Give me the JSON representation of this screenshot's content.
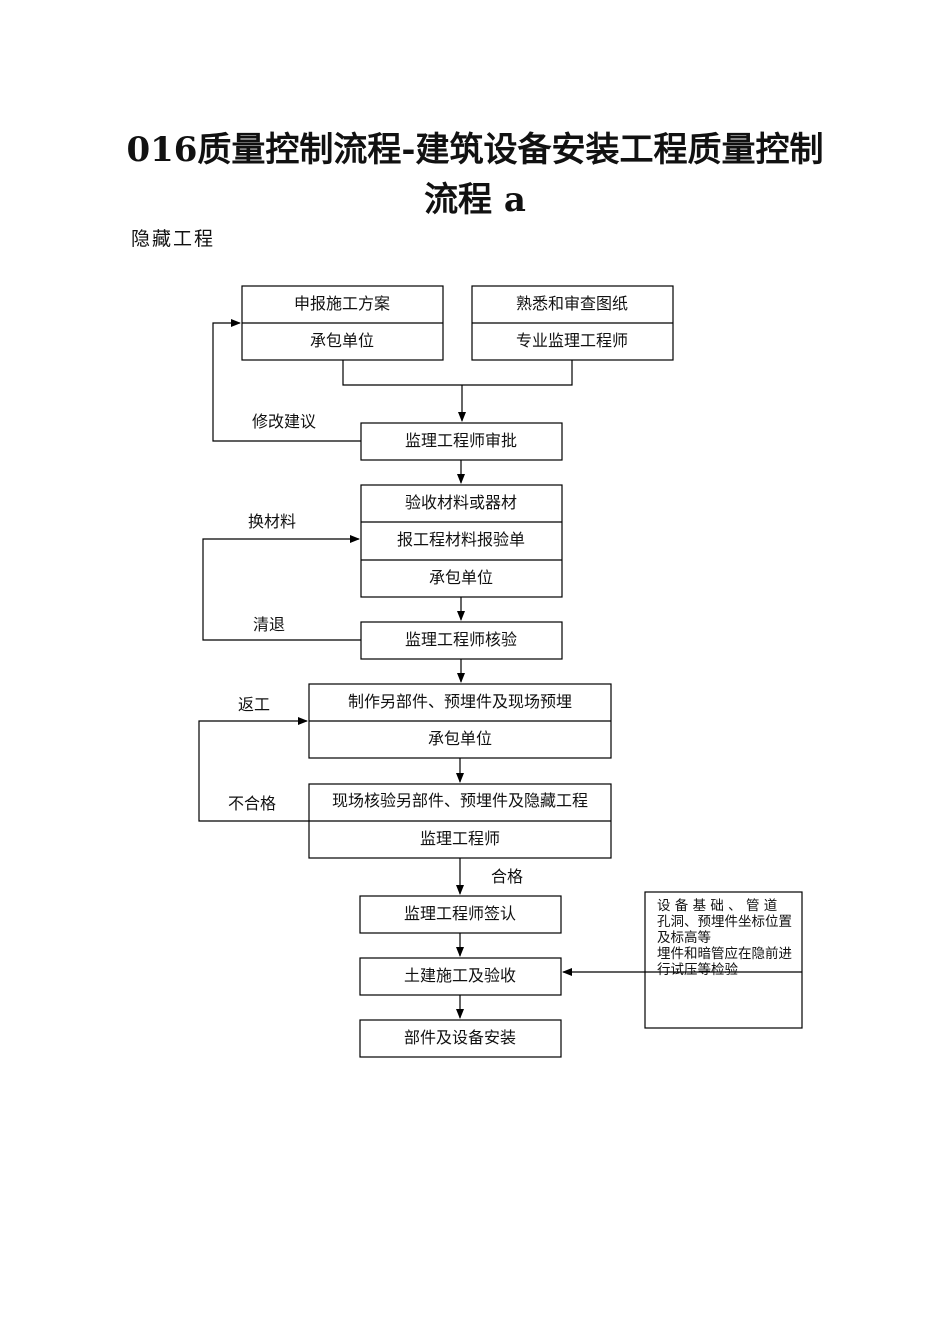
{
  "title_line1": "016质量控制流程-建筑设备安装工程质量控制",
  "title_line2": "流程 a",
  "subtitle": "隐藏工程",
  "boxes": {
    "b1_top": "申报施工方案",
    "b1_bot": "承包单位",
    "b2_top": "熟悉和审查图纸",
    "b2_bot": "专业监理工程师",
    "b3": "监理工程师审批",
    "b4_1": "验收材料或器材",
    "b4_2": "报工程材料报验单",
    "b4_3": "承包单位",
    "b5": "监理工程师核验",
    "b6_top": "制作另部件、预埋件及现场预埋",
    "b6_bot": "承包单位",
    "b7_top": "现场核验另部件、预埋件及隐藏工程",
    "b7_bot": "监理工程师",
    "b8": "监理工程师签认",
    "b9": "土建施工及验收",
    "b10": "部件及设备安装"
  },
  "labels": {
    "modify": "修改建议",
    "change_material": "换材料",
    "clear_return": "清退",
    "rework": "返工",
    "unqualified": "不合格",
    "qualified": "合格"
  },
  "note": {
    "line1": "设 备 基 础 、 管 道 孔洞、预埋件坐标位置及标高等",
    "line2": "埋件和暗管应在隐前进行试压等检验"
  }
}
